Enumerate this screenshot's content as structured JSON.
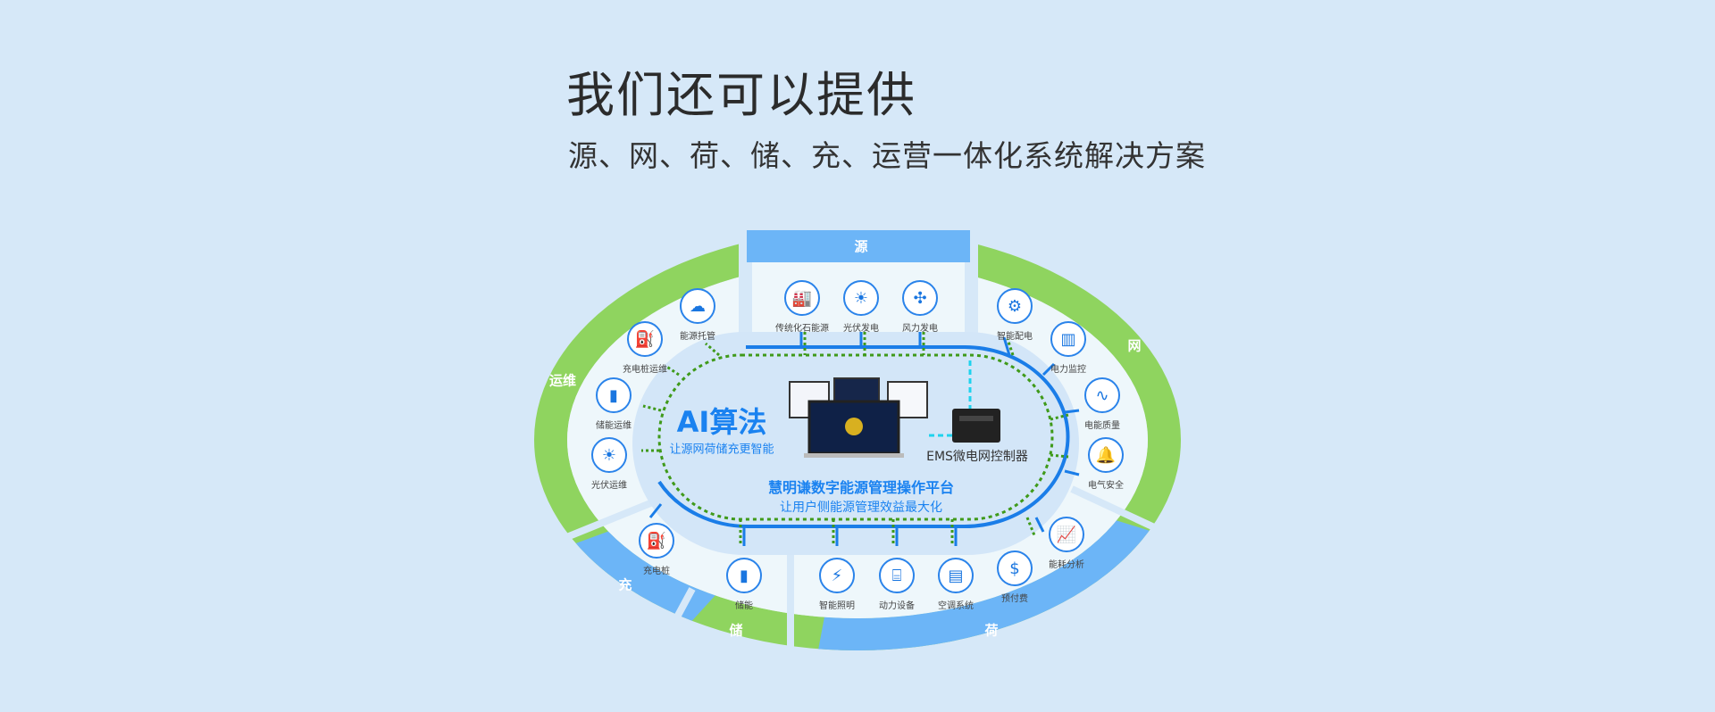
{
  "header": {
    "title": "我们还可以提供",
    "subtitle": "源、网、荷、储、充、运营一体化系统解决方案"
  },
  "segments": {
    "source": "源",
    "grid": "网",
    "load": "荷",
    "storage": "储",
    "charging": "充",
    "operation": "运维"
  },
  "center": {
    "ai_title": "AI算法",
    "ai_subtitle": "让源网荷储充更智能",
    "platform_title": "慧明谦数字能源管理操作平台",
    "platform_subtitle": "让用户侧能源管理效益最大化",
    "controller_label": "EMS微电网控制器"
  },
  "nodes": [
    {
      "label": "传统化石能源",
      "icon": "power-plant-icon"
    },
    {
      "label": "光伏发电",
      "icon": "solar-panel-icon"
    },
    {
      "label": "风力发电",
      "icon": "wind-turbine-icon"
    },
    {
      "label": "智能配电",
      "icon": "monitor-gear-icon"
    },
    {
      "label": "电力监控",
      "icon": "building-monitor-icon"
    },
    {
      "label": "电能质量",
      "icon": "waveform-icon"
    },
    {
      "label": "电气安全",
      "icon": "alarm-bell-icon"
    },
    {
      "label": "能耗分析",
      "icon": "chart-analysis-icon"
    },
    {
      "label": "预付费",
      "icon": "prepaid-phone-icon"
    },
    {
      "label": "空调系统",
      "icon": "air-conditioner-icon"
    },
    {
      "label": "动力设备",
      "icon": "transformer-icon"
    },
    {
      "label": "智能照明",
      "icon": "light-bulb-icon"
    },
    {
      "label": "储能",
      "icon": "battery-icon"
    },
    {
      "label": "充电桩",
      "icon": "charging-pile-icon"
    },
    {
      "label": "光伏运维",
      "icon": "solar-maintenance-icon"
    },
    {
      "label": "储能运维",
      "icon": "battery-maintenance-icon"
    },
    {
      "label": "充电桩运维",
      "icon": "charging-maintenance-icon"
    },
    {
      "label": "能源托管",
      "icon": "energy-hosting-icon"
    }
  ],
  "colors": {
    "background": "#d6e8f8",
    "green": "#8fd45f",
    "blue": "#6cb5f7",
    "accent": "#1a82f0",
    "panel": "#eef7fb"
  }
}
